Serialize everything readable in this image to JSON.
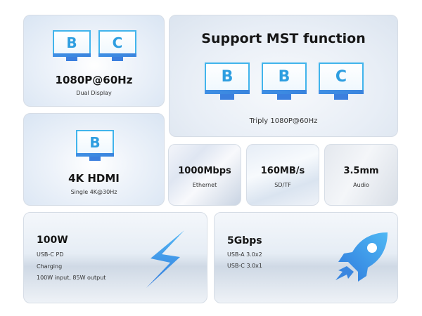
{
  "cards": {
    "dual_display": {
      "title": "1080P@60Hz",
      "subtitle": "Dual Display",
      "monitors": [
        "B",
        "C"
      ]
    },
    "mst": {
      "title": "Support MST function",
      "subtitle": "Triply 1080P@60Hz",
      "monitors": [
        "B",
        "B",
        "C"
      ]
    },
    "hdmi": {
      "title": "4K HDMI",
      "subtitle": "Single 4K@30Hz",
      "monitors": [
        "B"
      ]
    },
    "ethernet": {
      "title": "1000Mbps",
      "subtitle": "Ethernet"
    },
    "sd": {
      "title": "160MB/s",
      "subtitle": "SD/TF"
    },
    "audio": {
      "title": "3.5mm",
      "subtitle": "Audio"
    },
    "charging": {
      "title": "100W",
      "lines": [
        "USB-C PD",
        "Charging",
        "100W input, 85W output"
      ],
      "icon": "lightning-bolt-icon"
    },
    "usb": {
      "title": "5Gbps",
      "lines": [
        "USB-A 3.0x2",
        "USB-C 3.0x1"
      ],
      "icon": "rocket-icon"
    }
  },
  "colors": {
    "accent_blue": "#3b84de",
    "screen_border": "#41b4ec",
    "letter_blue": "#2e9ee0"
  }
}
